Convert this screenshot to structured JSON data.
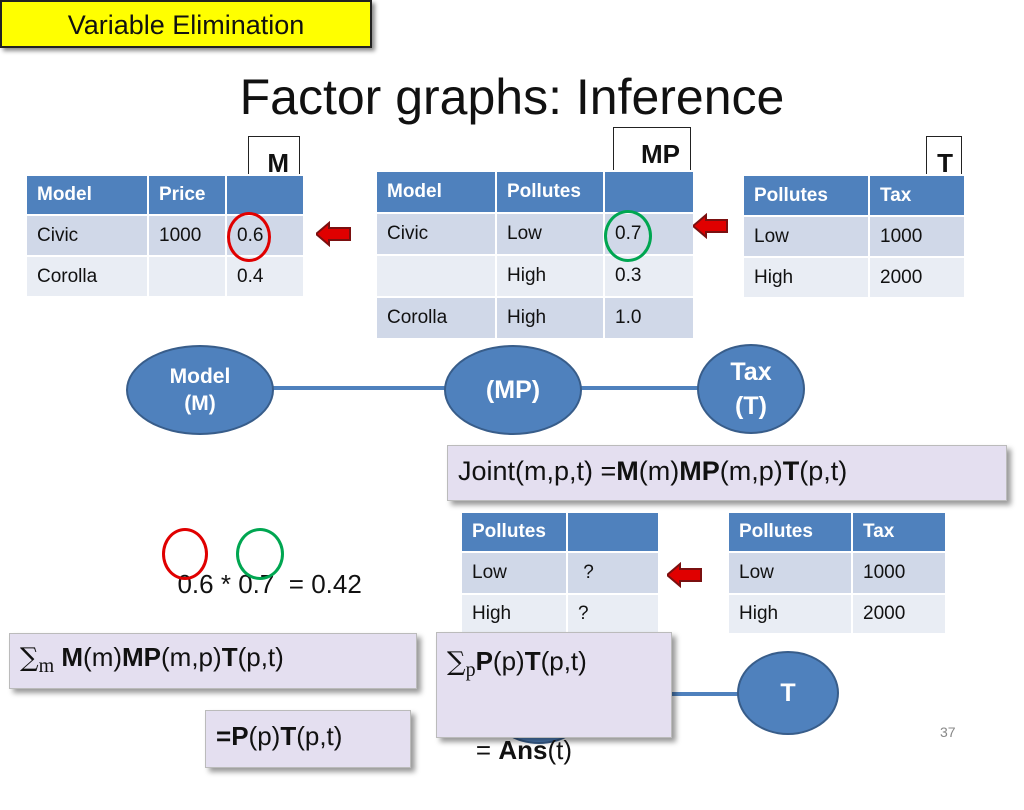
{
  "section_tag": "Variable Elimination",
  "title": "Factor graphs: Inference",
  "tables": {
    "m": {
      "label": "M",
      "headers": [
        "Model",
        "Price",
        ""
      ],
      "rows": [
        [
          "Civic",
          "1000",
          "0.6"
        ],
        [
          "Corolla",
          "",
          "0.4"
        ]
      ]
    },
    "mp": {
      "label": "MP",
      "headers": [
        "Model",
        "Pollutes",
        ""
      ],
      "rows": [
        [
          "Civic",
          "Low",
          "0.7"
        ],
        [
          "",
          "High",
          "0.3"
        ],
        [
          "Corolla",
          "High",
          "1.0"
        ]
      ]
    },
    "t": {
      "label": "T",
      "headers": [
        "Pollutes",
        "Tax"
      ],
      "rows": [
        [
          "Low",
          "1000"
        ],
        [
          "High",
          "2000"
        ]
      ]
    },
    "p": {
      "headers": [
        "Pollutes",
        ""
      ],
      "rows": [
        [
          "Low",
          " ?"
        ],
        [
          "High",
          "?"
        ]
      ]
    },
    "t2": {
      "headers": [
        "Pollutes",
        "Tax"
      ],
      "rows": [
        [
          "Low",
          "1000"
        ],
        [
          "High",
          "2000"
        ]
      ]
    }
  },
  "graph": {
    "node_model_line1": "Model",
    "node_model_line2": "(M)",
    "node_mp": "(MP)",
    "node_tax_line1": "Tax",
    "node_tax_line2": "(T)",
    "node_t": "T"
  },
  "formulas": {
    "joint": {
      "prefix": "Joint(m,p,t) =",
      "f1": "M",
      "a1": "(m)",
      "f2": "MP",
      "a2": "(m,p)",
      "f3": "T",
      "a3": "(p,t)"
    },
    "product": {
      "v1": "0.6",
      "op": " * ",
      "v2": "0.7",
      "rest": "  = 0.42"
    },
    "sum_m": {
      "sigma": "∑",
      "sub": "m",
      "f1": "M",
      "a1": "(m)",
      "f2": "MP",
      "a2": "(m,p)",
      "f3": "T",
      "a3": "(p,t)"
    },
    "eq_p": {
      "prefix": "=",
      "f1": "P",
      "a1": "(p)",
      "f2": "T",
      "a2": "(p,t)"
    },
    "sum_p": {
      "sigma": "∑",
      "sub": "p",
      "f1": "P",
      "a1": "(p)",
      "f2": "T",
      "a2": "(p,t)",
      "line2_prefix": "= ",
      "f3": "Ans",
      "a3": "(t)"
    }
  },
  "page_number": "37",
  "colors": {
    "header_fill": "#4f81bd",
    "cell_fill": "#d0d8e8",
    "tag_fill": "#ffff00",
    "arrow_fill": "#e00000",
    "circle_red": "#e00000",
    "circle_green": "#00a651",
    "formula_fill": "#e4dff0"
  }
}
